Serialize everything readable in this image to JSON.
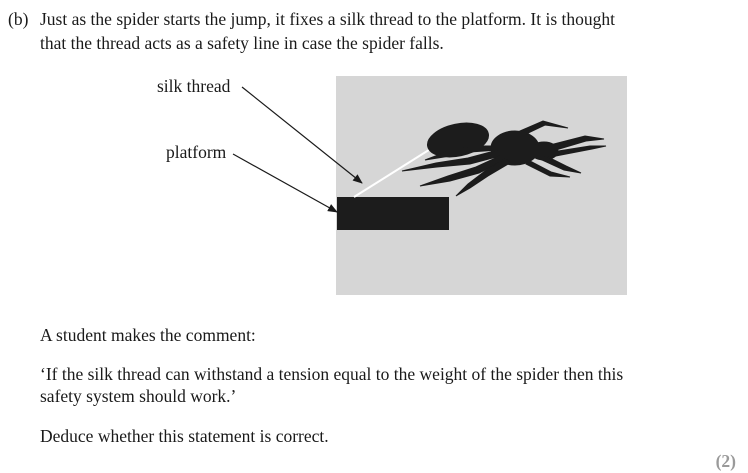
{
  "question": {
    "label": "(b)",
    "intro_line_1": "Just as the spider starts the jump, it fixes a silk thread to the platform.  It is thought",
    "intro_line_2": "that the thread acts as a safety line in case the spider falls."
  },
  "figure": {
    "labels": {
      "silk_thread": "silk thread",
      "platform": "platform"
    },
    "colors": {
      "background": "#d6d6d6",
      "platform": "#1c1c1c",
      "spider": "#1c1c1c",
      "thread": "#ffffff"
    }
  },
  "comment_intro": "A student makes the comment:",
  "quote_line_1": "‘If the silk thread can withstand a tension equal to the weight of the spider then this",
  "quote_line_2": "safety system should work.’",
  "task": "Deduce whether this statement is correct.",
  "marks": "(2)"
}
